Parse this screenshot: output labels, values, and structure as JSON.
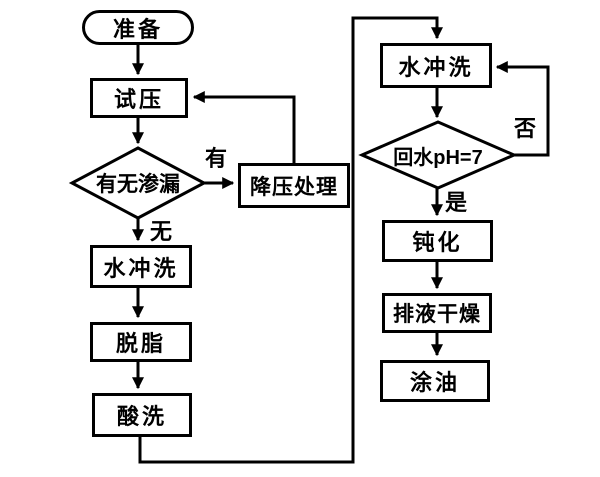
{
  "diagram": {
    "title": "pipe-cleaning-process-flowchart",
    "nodes": {
      "prepare": "准备",
      "pressure_test": "试压",
      "leak_check": "有无渗漏",
      "depressurize": "降压处理",
      "water_flush_left": "水冲洗",
      "degrease": "脱脂",
      "acid_wash": "酸洗",
      "water_flush_right": "水冲洗",
      "ph_check": "回水pH=7",
      "passivation": "钝化",
      "drain_dry": "排液干燥",
      "oil_coat": "涂油"
    },
    "edge_labels": {
      "leak_yes": "有",
      "leak_no": "无",
      "ph_no": "否",
      "ph_yes": "是"
    },
    "colors": {
      "line": "#000000",
      "text": "#000000",
      "background": "#ffffff"
    },
    "flow": [
      "准备 → 试压",
      "试压 → 有无渗漏",
      "有无渗漏 —有→ 降压处理 → 试压",
      "有无渗漏 —无→ 水冲洗 → 脱脂 → 酸洗",
      "酸洗 → 水冲洗(右)",
      "水冲洗(右) → 回水pH=7",
      "回水pH=7 —否→ 水冲洗(右)",
      "回水pH=7 —是→ 钝化 → 排液干燥 → 涂油"
    ]
  }
}
